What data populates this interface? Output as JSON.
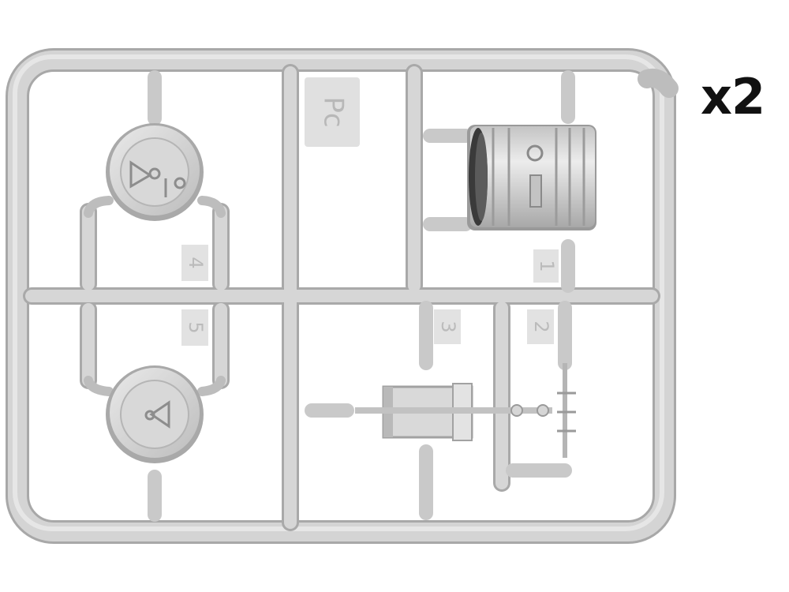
{
  "multiplier_label": "x2",
  "sprue_code": "Pc",
  "part_numbers": [
    "1",
    "2",
    "3",
    "4",
    "5"
  ],
  "colors": {
    "plastic": "#d3d3d3",
    "plastic_shadow": "#a9a9a9",
    "plastic_highlight": "#eeeeee",
    "background": "#ffffff",
    "label_text": "#111111"
  }
}
